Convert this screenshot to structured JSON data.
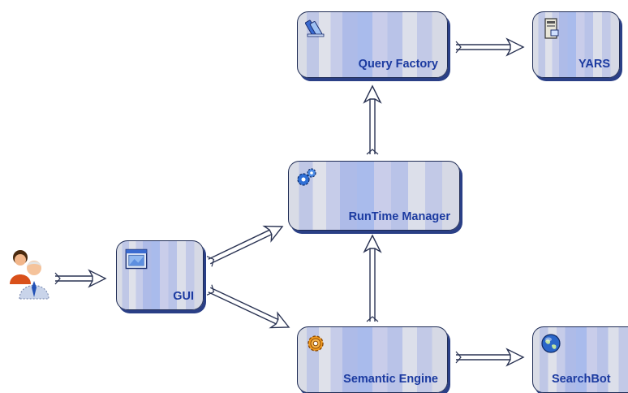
{
  "diagram": {
    "nodes": {
      "query_factory": {
        "label": "Query Factory",
        "icon": "books-icon"
      },
      "yars": {
        "label": "YARS",
        "icon": "server-icon"
      },
      "runtime_manager": {
        "label": "RunTime Manager",
        "icon": "gears-icon"
      },
      "gui": {
        "label": "GUI",
        "icon": "window-icon"
      },
      "semantic_engine": {
        "label": "Semantic Engine",
        "icon": "gear-icon"
      },
      "searchbot": {
        "label": "SearchBot",
        "icon": "globe-icon"
      }
    },
    "actor": {
      "icon": "users-icon"
    },
    "edges": [
      {
        "from": "actor",
        "to": "gui"
      },
      {
        "from": "gui",
        "to": "runtime_manager"
      },
      {
        "from": "gui",
        "to": "semantic_engine"
      },
      {
        "from": "semantic_engine",
        "to": "runtime_manager"
      },
      {
        "from": "runtime_manager",
        "to": "query_factory"
      },
      {
        "from": "query_factory",
        "to": "yars"
      },
      {
        "from": "semantic_engine",
        "to": "searchbot"
      }
    ],
    "colors": {
      "label": "#1b3aa0",
      "border": "#1f2c55",
      "arrow_fill": "#ffffff",
      "arrow_stroke": "#2a3353"
    }
  }
}
